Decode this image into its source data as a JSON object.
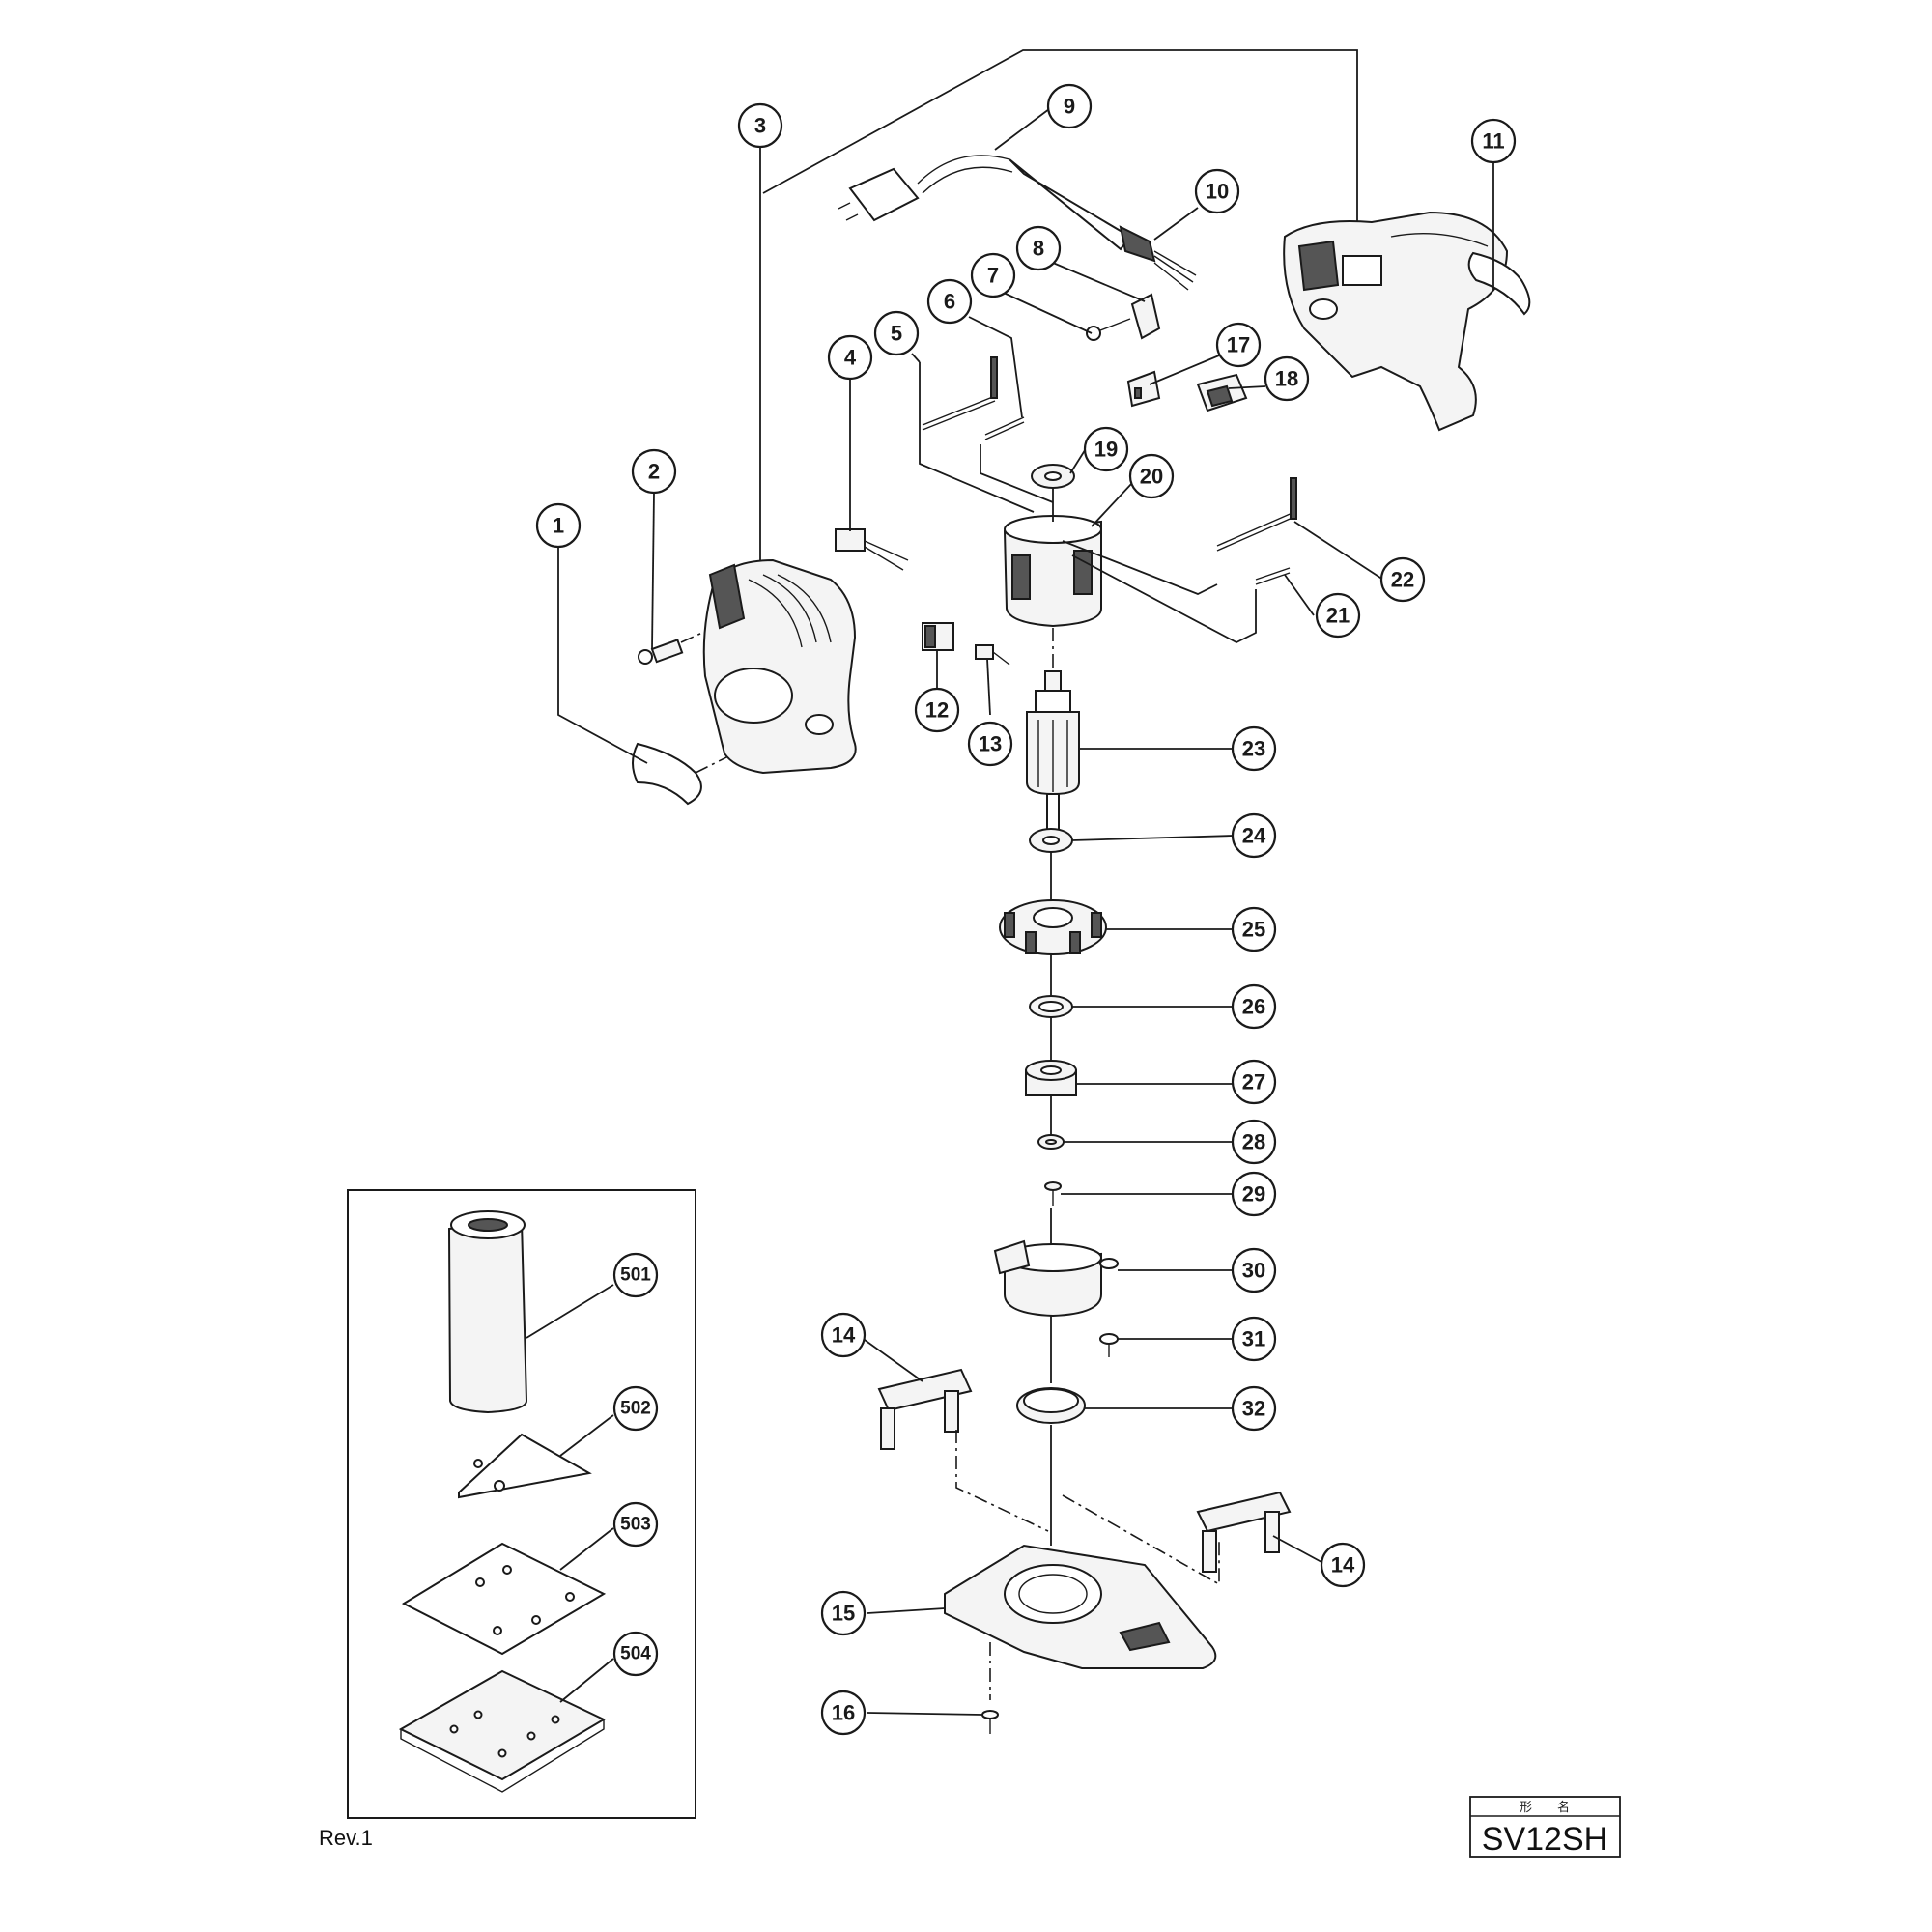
{
  "revision": "Rev.1",
  "model_box": {
    "label": "形　　名",
    "value": "SV12SH"
  },
  "callouts": [
    "1",
    "2",
    "3",
    "4",
    "5",
    "6",
    "7",
    "8",
    "9",
    "10",
    "11",
    "12",
    "13",
    "14",
    "14",
    "15",
    "16",
    "17",
    "18",
    "19",
    "20",
    "21",
    "22",
    "23",
    "24",
    "25",
    "26",
    "27",
    "28",
    "29",
    "30",
    "31",
    "32",
    "501",
    "502",
    "503",
    "504"
  ]
}
